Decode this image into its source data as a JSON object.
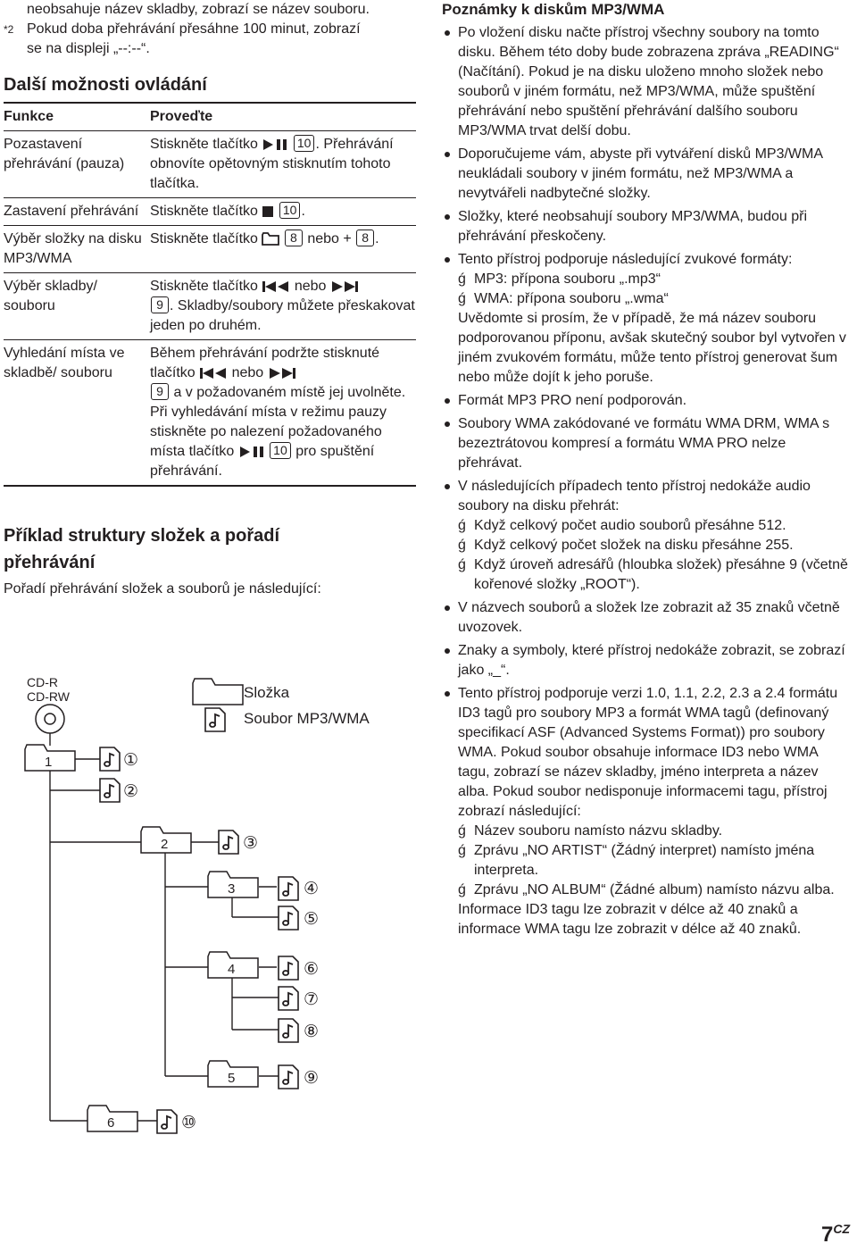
{
  "top_lines": {
    "line1": "neobsahuje název skladby, zobrazí se název souboru.",
    "note_mark": "*2",
    "line2": "Pokud doba přehrávání přesáhne 100 minut, zobrazí",
    "line3": "se na displeji „--:--“."
  },
  "controls_heading": "Další možnosti ovládání",
  "table": {
    "col1": "Funkce",
    "col2": "Proveďte",
    "rows": [
      {
        "func": "Pozastavení přehrávání (pauza)",
        "pre": "Stiskněte tlačítko",
        "key1": "10",
        "post": ". Přehrávání obnovíte opětovným stisknutím tohoto tlačítka."
      },
      {
        "func": "Zastavení přehrávání",
        "pre": "Stiskněte tlačítko",
        "key1": "10",
        "post": "."
      },
      {
        "func": "Výběr složky na disku MP3/WMA",
        "pre": "Stiskněte tlačítko",
        "key1": "8",
        "mid": "nebo +",
        "key2": "8",
        "post": "."
      },
      {
        "func": "Výběr skladby/ souboru",
        "pre": "Stiskněte tlačítko",
        "mid": "nebo",
        "key1": "9",
        "post": ". Skladby/soubory můžete přeskakovat jeden po druhém."
      },
      {
        "func": "Vyhledání místa ve skladbě/ souboru",
        "pre": "Během přehrávání podržte stisknuté tlačítko",
        "mid": "nebo",
        "key1": "9",
        "post1": "a v požadovaném místě jej uvolněte. Při vyhledávání místa v režimu pauzy stiskněte po nalezení požadovaného místa tlačítko",
        "key2": "10",
        "post2": "pro spuštění přehrávání."
      }
    ]
  },
  "example": {
    "title": "Příklad struktury složek a pořadí přehrávání",
    "intro": "Pořadí přehrávání složek a souborů je následující:"
  },
  "diagram": {
    "disc_label1": "CD-R",
    "disc_label2": "CD-RW",
    "legend_folder": "Složka",
    "legend_file": "Soubor MP3/WMA",
    "folders": [
      "1",
      "2",
      "3",
      "4",
      "5",
      "6"
    ],
    "tracks": [
      "①",
      "②",
      "③",
      "④",
      "⑤",
      "⑥",
      "⑦",
      "⑧",
      "⑨",
      "⑩"
    ]
  },
  "notes": {
    "title": "Poznámky k diskům MP3/WMA",
    "b1": "Po vložení disku načte přístroj všechny soubory na tomto disku. Během této doby bude zobrazena zpráva „READING“ (Načítání). Pokud je na disku uloženo mnoho složek nebo souborů v jiném formátu, než MP3/WMA, může spuštění přehrávání nebo spuštění přehrávání dalšího souboru MP3/WMA trvat delší dobu.",
    "b2": "Doporučujeme vám, abyste při vytváření disků MP3/WMA neukládali soubory v jiném formátu, než MP3/WMA a nevytvářeli nadbytečné složky.",
    "b3": "Složky, které neobsahují soubory MP3/WMA, budou při přehrávání přeskočeny.",
    "b4": "Tento přístroj podporuje následující zvukové formáty:",
    "b4_s1": "MP3: přípona souboru „.mp3“",
    "b4_s2": "WMA: přípona souboru „.wma“",
    "b4_tail": "Uvědomte si prosím, že v případě, že má název souboru podporovanou příponu, avšak skutečný soubor byl vytvořen v jiném zvukovém formátu, může tento přístroj generovat šum nebo může dojít k jeho poruše.",
    "b5": "Formát MP3 PRO není podporován.",
    "b6": "Soubory WMA zakódované ve formátu WMA DRM, WMA s bezeztrátovou kompresí a formátu WMA PRO nelze přehrávat.",
    "b7": "V následujících případech tento přístroj nedokáže audio soubory na disku přehrát:",
    "b7_s1": "Když celkový počet audio souborů přesáhne 512.",
    "b7_s2": "Když celkový počet složek na disku přesáhne 255.",
    "b7_s3": "Když úroveň adresářů (hloubka složek) přesáhne 9 (včetně kořenové složky „ROOT“).",
    "b8": "V názvech souborů a složek lze zobrazit až 35 znaků včetně uvozovek.",
    "b9": "Znaky a symboly, které přístroj nedokáže zobrazit, se zobrazí jako „_“.",
    "b10": "Tento přístroj podporuje verzi 1.0, 1.1, 2.2, 2.3 a 2.4 formátu ID3 tagů pro soubory MP3 a formát WMA tagů (definovaný specifikací ASF (Advanced Systems Format)) pro soubory WMA. Pokud soubor obsahuje informace ID3 nebo WMA tagu, zobrazí se název skladby, jméno interpreta a název alba. Pokud soubor nedisponuje informacemi tagu, přístroj zobrazí následující:",
    "b10_s1": "Název souboru namísto názvu skladby.",
    "b10_s2": "Zprávu „NO ARTIST“ (Žádný interpret) namísto jména interpreta.",
    "b10_s3": "Zprávu „NO ALBUM“ (Žádné album) namísto názvu alba.",
    "b10_tail": "Informace ID3 tagu lze zobrazit v délce až 40 znaků a informace WMA tagu lze zobrazit v délce až 40 znaků."
  },
  "page_number": "7",
  "page_lang": "CZ"
}
